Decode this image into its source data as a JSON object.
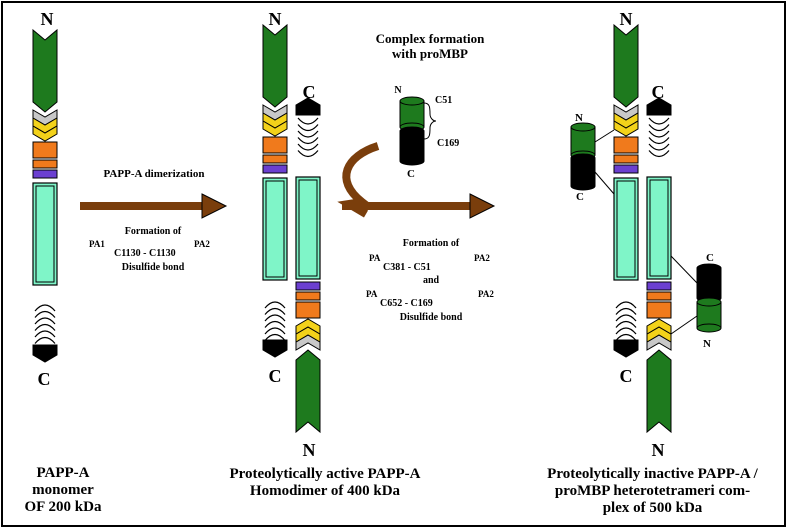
{
  "colors": {
    "green": "#1e7a1e",
    "gray": "#c8c8c8",
    "yellow": "#f3d21a",
    "orange": "#f07a1c",
    "purple": "#6b3fd0",
    "aqua": "#7ff5c8",
    "black": "#000000",
    "arrow": "#7a3e0c",
    "white": "#ffffff"
  },
  "terminals": {
    "n": "N",
    "c": "C"
  },
  "arrow1": {
    "above": "PAPP-A dimerization",
    "line1": "Formation of",
    "pre": "PA1",
    "mid": "C1130  -  C1130",
    "post": "PA2",
    "line3": "Disulfide bond"
  },
  "complex_title": [
    "Complex formation",
    "with proMBP"
  ],
  "prombp": {
    "n": "N",
    "c": "C",
    "c51": "C51",
    "c169": "C169"
  },
  "arrow2": {
    "line1": "Formation of",
    "l2pre": "PA",
    "l2mid": "C381  -  C51",
    "l2post": "PA2",
    "and": "and",
    "l4pre": "PA",
    "l4mid": "C652  -  C169",
    "l4post": "PA2",
    "line5": "Disulfide bond"
  },
  "captions": {
    "monomer": [
      "PAPP-A",
      "monomer",
      "OF 200 kDa"
    ],
    "dimer": [
      "Proteolytically active PAPP-A",
      "Homodimer of 400 kDa"
    ],
    "complex": [
      "Proteolytically inactive PAPP-A /",
      "proMBP heterotetrameri com-",
      "plex of 500 kDa"
    ]
  }
}
